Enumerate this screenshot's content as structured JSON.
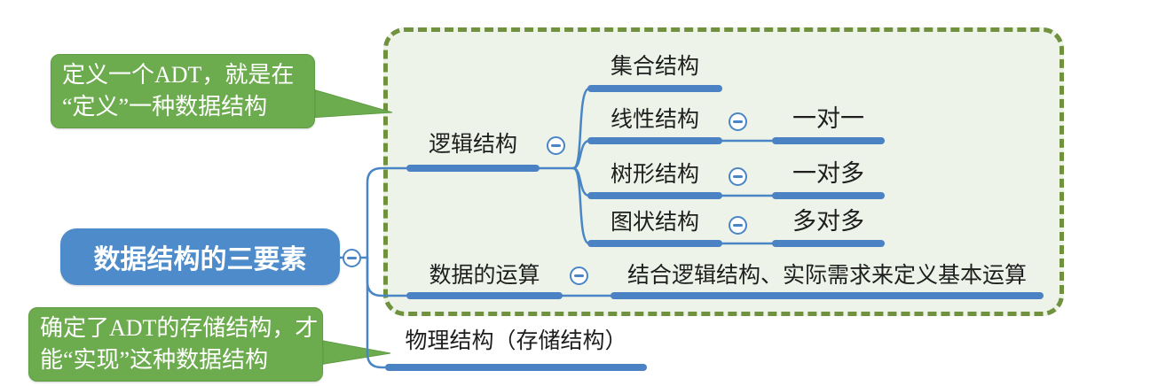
{
  "root": {
    "label": "数据结构的三要素"
  },
  "callouts": [
    {
      "lines": [
        "定义一个ADT，就是在",
        "“定义”一种数据结构"
      ]
    },
    {
      "lines": [
        "确定了ADT的存储结构，才",
        "能“实现”这种数据结构"
      ]
    }
  ],
  "branches": {
    "logical": {
      "label": "逻辑结构",
      "children": [
        {
          "label": "集合结构"
        },
        {
          "label": "线性结构",
          "relation": "一对一"
        },
        {
          "label": "树形结构",
          "relation": "一对多"
        },
        {
          "label": "图状结构",
          "relation": "多对多"
        }
      ]
    },
    "operations": {
      "label": "数据的运算",
      "child": "结合逻辑结构、实际需求来定义基本运算"
    },
    "physical": {
      "label": "物理结构（存储结构）"
    }
  },
  "icons": {
    "collapse": "minus-in-circle"
  },
  "colors": {
    "node_blue": "#4e8bca",
    "line_blue": "#4a82c4",
    "callout_green": "#6cac4e",
    "frame_border_green": "#70923f",
    "frame_fill_green": "#edf3e8",
    "label_text": "#1e1e1e",
    "node_text": "#ffffff"
  }
}
